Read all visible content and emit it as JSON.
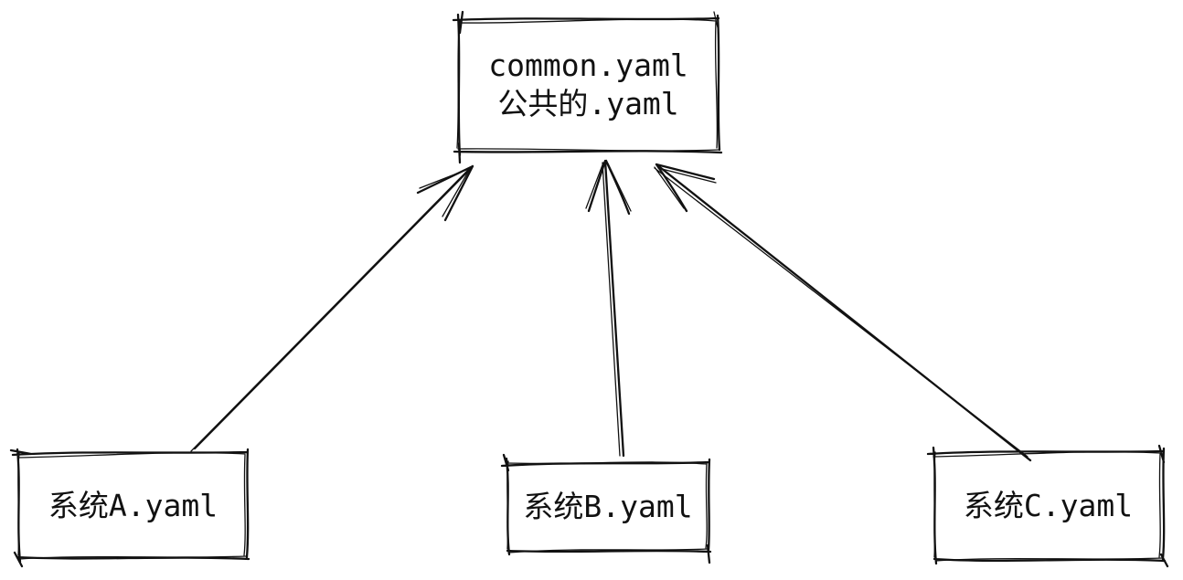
{
  "diagram": {
    "style": "hand-drawn-sketch",
    "background_color": "#ffffff",
    "stroke_color": "#111111",
    "nodes": {
      "common": {
        "id": "common",
        "title": "common.yaml",
        "subtitle": "公共的.yaml",
        "position": "top-center"
      },
      "system_a": {
        "id": "system_a",
        "label": "系统A.yaml",
        "position": "bottom-left"
      },
      "system_b": {
        "id": "system_b",
        "label": "系统B.yaml",
        "position": "bottom-center"
      },
      "system_c": {
        "id": "system_c",
        "label": "系统C.yaml",
        "position": "bottom-right"
      }
    },
    "edges": [
      {
        "from": "system_a",
        "to": "common",
        "arrow": "to-common"
      },
      {
        "from": "system_b",
        "to": "common",
        "arrow": "to-common"
      },
      {
        "from": "system_c",
        "to": "common",
        "arrow": "to-common"
      }
    ]
  }
}
